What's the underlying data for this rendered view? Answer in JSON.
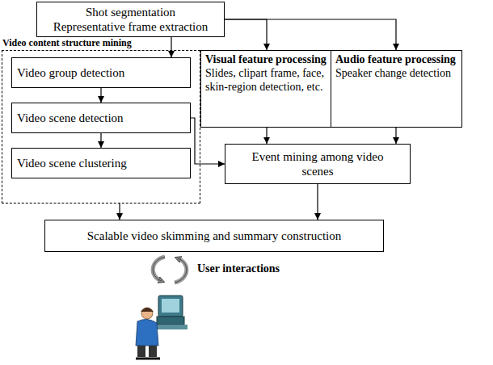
{
  "diagram": {
    "nodes": [
      {
        "text": [
          "Shot segmentation",
          "Representative frame extraction"
        ]
      },
      {
        "text": [
          "Video content structure mining"
        ]
      },
      {
        "text": [
          "Video group detection"
        ],
        "in": 1
      },
      {
        "text": [
          "Video scene detection"
        ],
        "in": 1
      },
      {
        "text": [
          "Video scene clustering"
        ],
        "in": 1
      },
      {
        "text": [
          "Visual feature processing",
          "Slides, clipart frame, face, skin-region detection, etc."
        ]
      },
      {
        "text": [
          "Audio feature processing",
          "Speaker change detection"
        ]
      },
      {
        "text": [
          "Event mining among video scenes"
        ]
      },
      {
        "text": [
          "Scalable video skimming and summary construction"
        ]
      }
    ],
    "edges": [
      {
        "from": 0,
        "to": 2,
        "arrow": "to"
      },
      {
        "from": 0,
        "to": 5,
        "arrow": "to"
      },
      {
        "from": 0,
        "to": 6,
        "arrow": "to"
      },
      {
        "from": 2,
        "to": 3,
        "arrow": "to"
      },
      {
        "from": 3,
        "to": 4,
        "arrow": "to"
      },
      {
        "from": 3,
        "to": 7,
        "arrow": "to"
      },
      {
        "from": 5,
        "to": 7,
        "arrow": "to"
      },
      {
        "from": 6,
        "to": 7,
        "arrow": "to"
      },
      {
        "from": 1,
        "to": 8,
        "arrow": "to"
      },
      {
        "from": 7,
        "to": 8,
        "arrow": "to"
      }
    ],
    "labels": [
      "User interactions"
    ]
  }
}
